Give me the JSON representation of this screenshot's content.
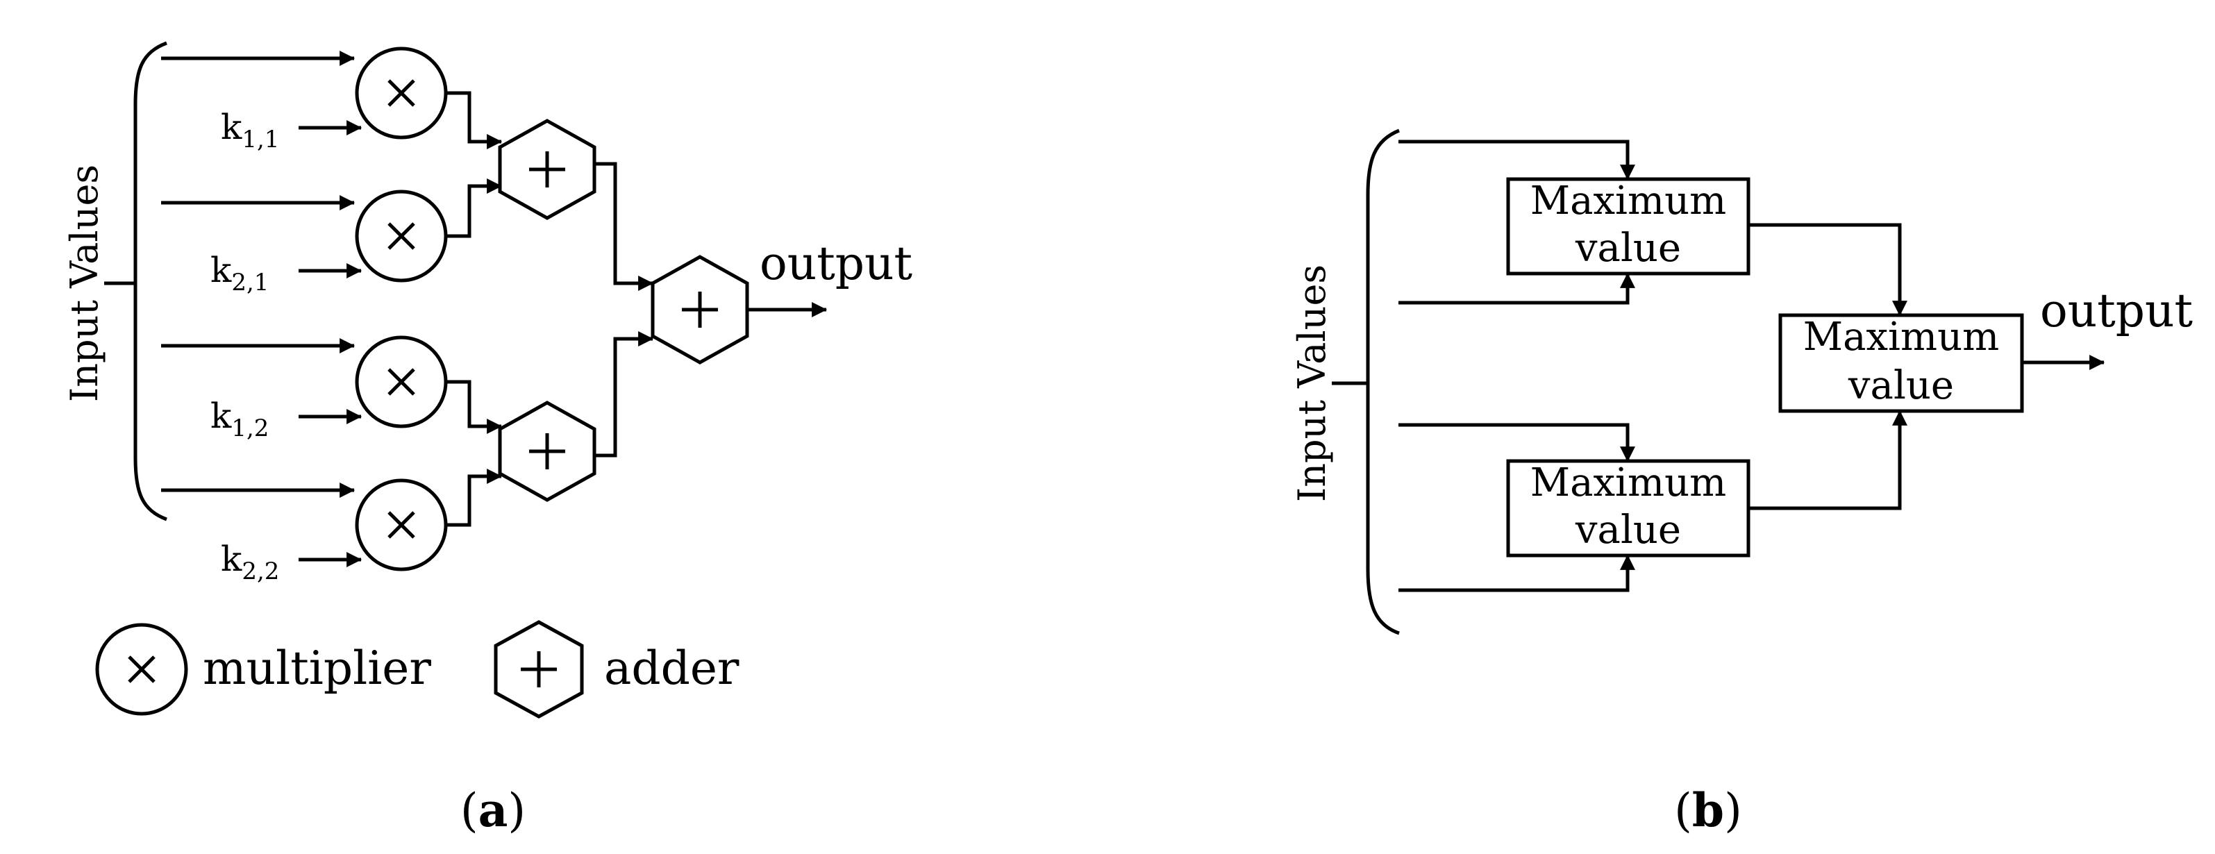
{
  "panel_a": {
    "input_label": "Input Values",
    "coefficients": [
      {
        "base": "k",
        "sub": "1,1"
      },
      {
        "base": "k",
        "sub": "2,1"
      },
      {
        "base": "k",
        "sub": "1,2"
      },
      {
        "base": "k",
        "sub": "2,2"
      }
    ],
    "output_label": "output",
    "legend": {
      "multiplier_label": "multiplier",
      "adder_label": "adder"
    },
    "caption_open": "(",
    "caption_letter": "a",
    "caption_close": ")"
  },
  "panel_b": {
    "input_label": "Input Values",
    "box_line1": "Maximum",
    "box_line2": "value",
    "output_label": "output",
    "caption_open": "(",
    "caption_letter": "b",
    "caption_close": ")"
  }
}
